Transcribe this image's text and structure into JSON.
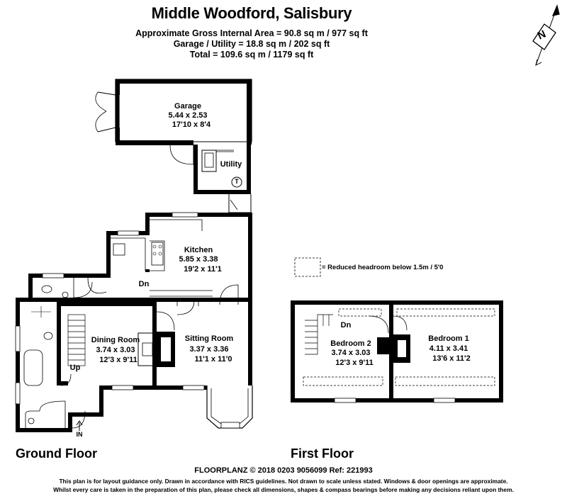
{
  "header": {
    "title": "Middle Woodford, Salisbury",
    "line1": "Approximate Gross Internal Area = 90.8 sq m / 977 sq ft",
    "line2": "Garage / Utility = 18.8 sq m / 202 sq ft",
    "line3": "Total = 109.6 sq m / 1179 sq ft"
  },
  "compass": {
    "letter": "N"
  },
  "legend": {
    "text": "= Reduced headroom below 1.5m / 5'0"
  },
  "rooms": {
    "garage": {
      "name": "Garage",
      "metric": "5.44 x 2.53",
      "imperial": "17'10 x 8'4"
    },
    "utility": {
      "name": "Utility"
    },
    "kitchen": {
      "name": "Kitchen",
      "metric": "5.85 x 3.38",
      "imperial": "19'2 x 11'1"
    },
    "dining": {
      "name": "Dining Room",
      "metric": "3.74 x 3.03",
      "imperial": "12'3 x 9'11"
    },
    "sitting": {
      "name": "Sitting Room",
      "metric": "3.37 x 3.36",
      "imperial": "11'1 x 11'0"
    },
    "bedroom2": {
      "name": "Bedroom 2",
      "metric": "3.74 x 3.03",
      "imperial": "12'3 x 9'11"
    },
    "bedroom1": {
      "name": "Bedroom 1",
      "metric": "4.11 x 3.41",
      "imperial": "13'6 x 11'2"
    }
  },
  "markers": {
    "dn_kitchen": "Dn",
    "up": "Up",
    "dn_first": "Dn",
    "in": "IN",
    "tank": "T"
  },
  "floors": {
    "ground": "Ground Floor",
    "first": "First Floor"
  },
  "footer": {
    "brand": "FLOORPLANZ © 2018   0203 9056099   Ref: 221993",
    "disclaimer1": "This plan is for layout guidance only. Drawn in accordance with RICS guidelines. Not drawn to scale unless stated. Windows & door openings are approximate.",
    "disclaimer2": "Whilst every care is taken in the preparation of this plan, please check all dimensions, shapes & compass bearings before making any decisions reliant upon them."
  }
}
